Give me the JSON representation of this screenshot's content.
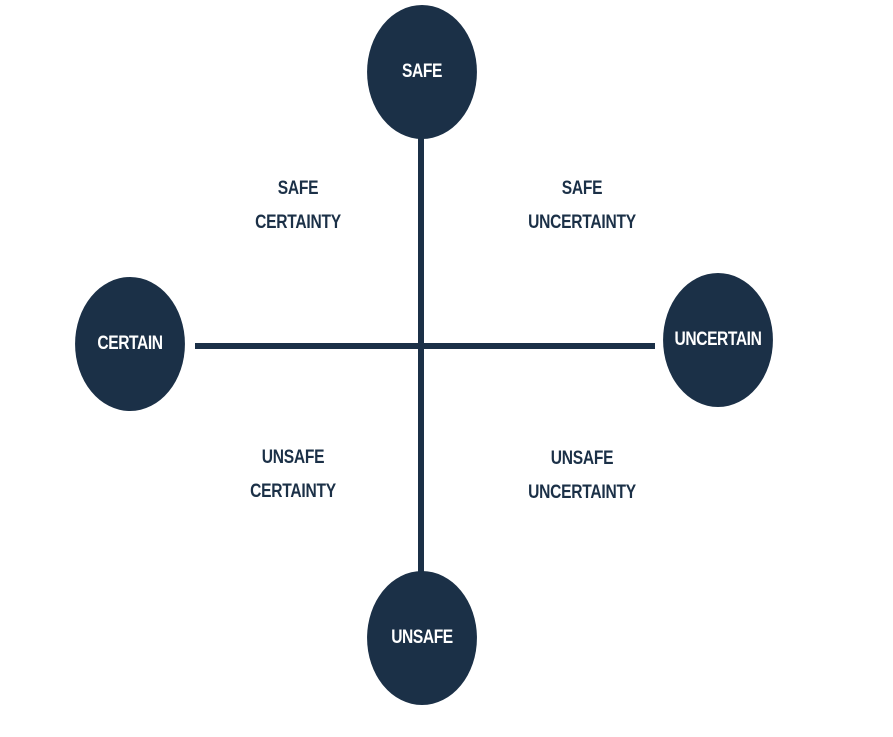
{
  "nodes": {
    "safe": "SAFE",
    "unsafe": "UNSAFE",
    "certain": "CERTAIN",
    "uncertain": "UNCERTAIN"
  },
  "quadrants": {
    "top_left": {
      "line1": "SAFE",
      "line2": "CERTAINTY"
    },
    "top_right": {
      "line1": "SAFE",
      "line2": "UNCERTAINTY"
    },
    "bottom_left": {
      "line1": "UNSAFE",
      "line2": "CERTAINTY"
    },
    "bottom_right": {
      "line1": "UNSAFE",
      "line2": "UNCERTAINTY"
    }
  },
  "colors": {
    "primary": "#1b3047",
    "background": "#ffffff",
    "node_text": "#ffffff"
  }
}
